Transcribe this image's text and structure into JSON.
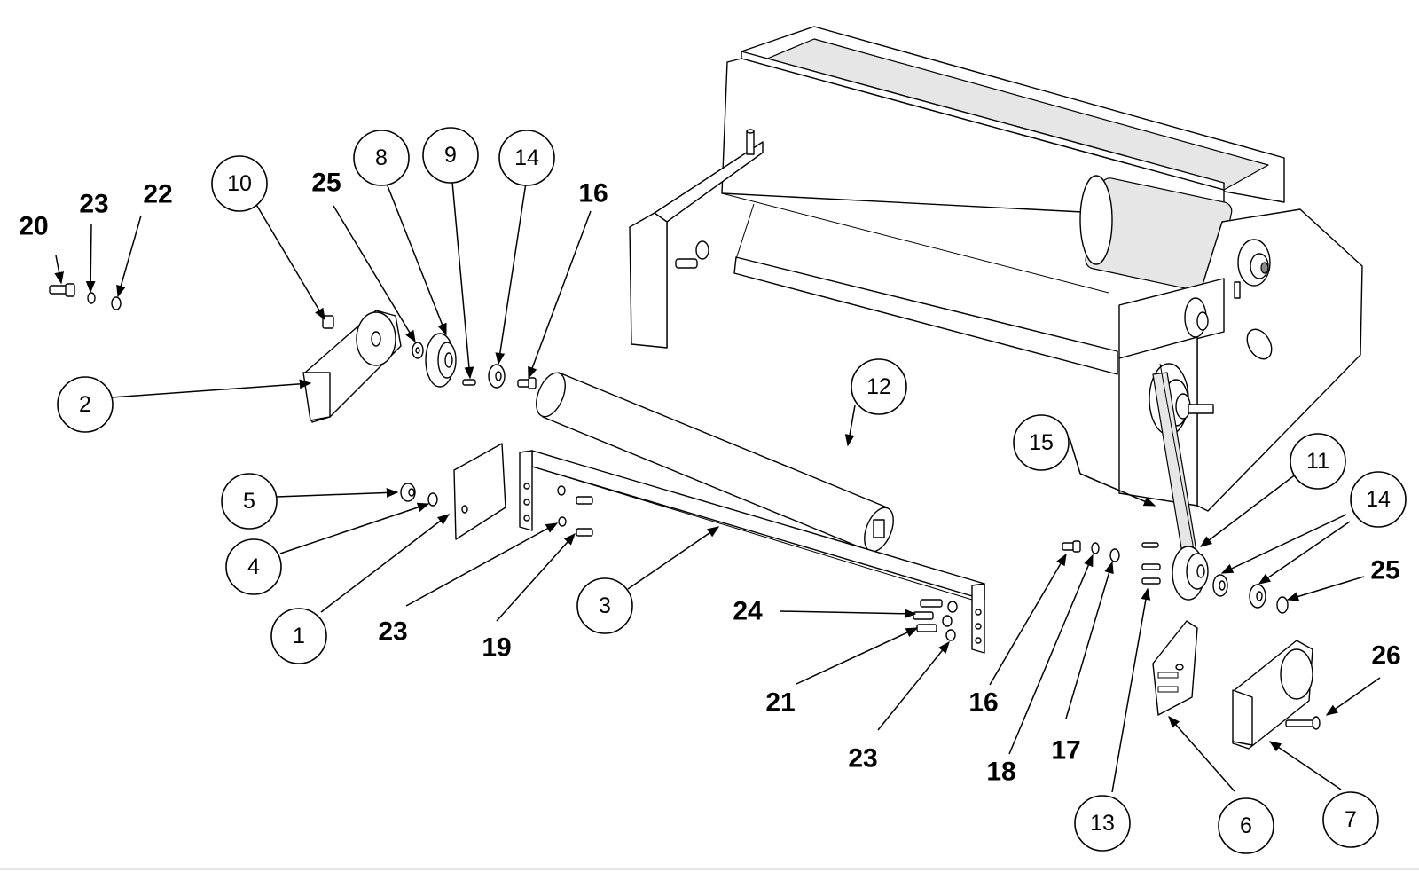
{
  "callouts": {
    "c10": "10",
    "c8": "8",
    "c9": "9",
    "c14a": "14",
    "c2": "2",
    "c12": "12",
    "c5": "5",
    "c4": "4",
    "c1": "1",
    "c3": "3",
    "c15": "15",
    "c11": "11",
    "c14b": "14",
    "c13": "13",
    "c6": "6",
    "c7": "7"
  },
  "labels": {
    "l20": "20",
    "l23a": "23",
    "l22": "22",
    "l25a": "25",
    "l16a": "16",
    "l23b": "23",
    "l19": "19",
    "l24": "24",
    "l21": "21",
    "l23c": "23",
    "l16b": "16",
    "l18": "18",
    "l17": "17",
    "l25b": "25",
    "l26": "26"
  },
  "colors": {
    "line": "#000000",
    "background": "#ffffff",
    "shade": "#e6e6e6"
  }
}
